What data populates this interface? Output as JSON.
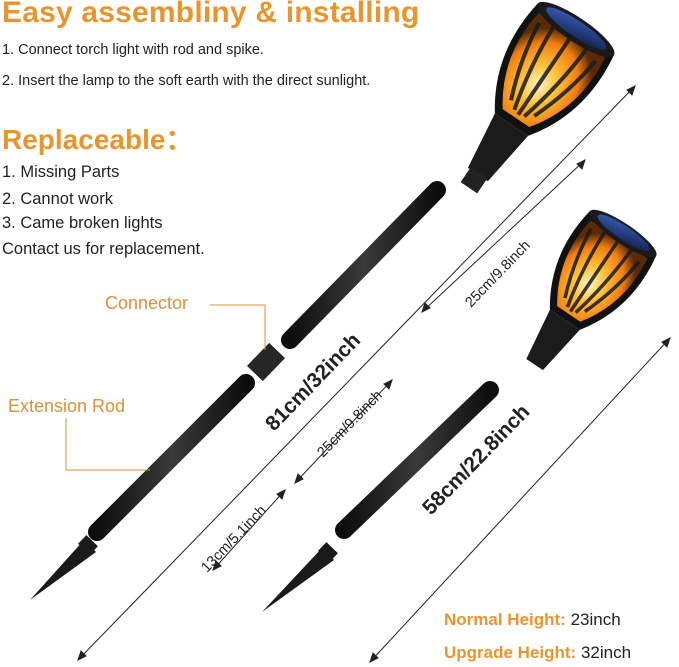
{
  "assembly": {
    "title": "Easy assembliny & installing",
    "steps": [
      "1. Connect torch light with rod and spike.",
      "2. Insert the lamp to the soft earth with the direct sunlight."
    ]
  },
  "replaceable": {
    "title": "Replaceable：",
    "items": [
      "1. Missing Parts",
      "2. Cannot work",
      "3. Came broken lights"
    ],
    "contact": "Contact us for replacement."
  },
  "callouts": {
    "connector": "Connector",
    "extension_rod": "Extension Rod"
  },
  "dimensions": {
    "tall_total": "81cm/32inch",
    "tall_rod": "25cm/9.8inch",
    "spike": "13cm/5.1inch",
    "short_rod": "25cm/9.8inch",
    "short_total": "58cm/22.8inch"
  },
  "heights": {
    "normal_label": "Normal Height:",
    "normal_value": "23inch",
    "upgrade_label": "Upgrade Height:",
    "upgrade_value": "32inch"
  },
  "colors": {
    "accent": "#e8952e",
    "pole": "#1b1b1b",
    "flame": "#f5a21a"
  }
}
